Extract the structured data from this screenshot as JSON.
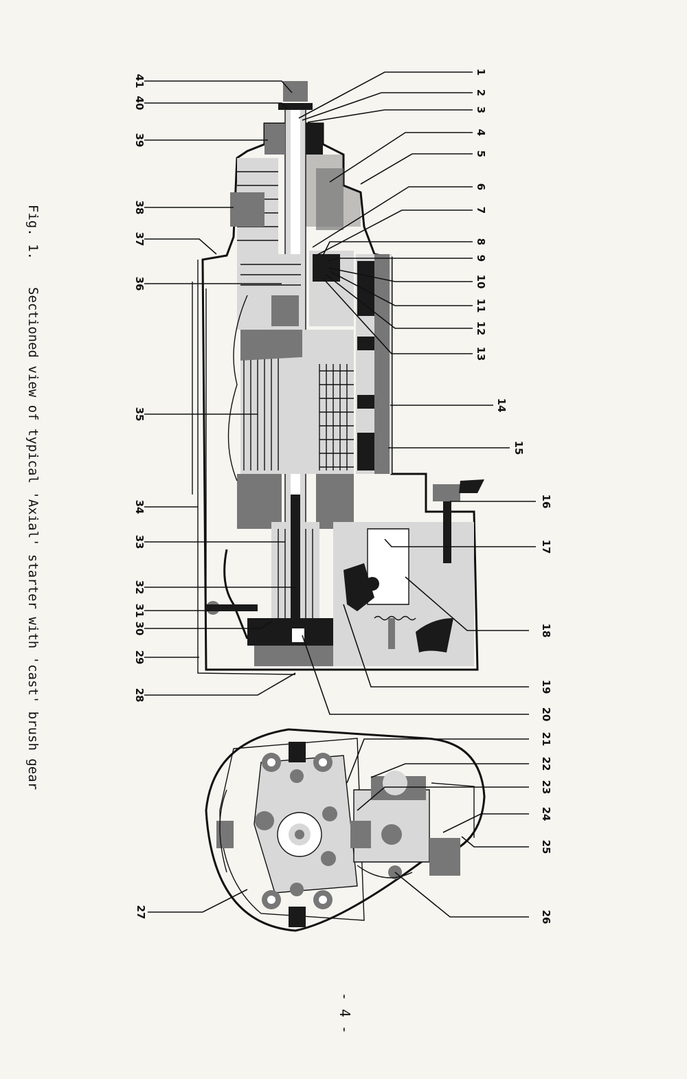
{
  "caption": {
    "figure": "Fig. 1.",
    "text": "Sectioned view of typical 'Axial' starter with 'cast' brush gear"
  },
  "page_number": "- 4 -",
  "callouts_left": [
    "41",
    "40",
    "39",
    "38",
    "37",
    "36",
    "35",
    "34",
    "33",
    "32",
    "31",
    "30",
    "29",
    "28"
  ],
  "callouts_right": [
    "1",
    "2",
    "3",
    "4",
    "5",
    "6",
    "7",
    "8",
    "9",
    "10",
    "11",
    "12",
    "13",
    "14",
    "15",
    "16",
    "17",
    "18",
    "19",
    "20",
    "21",
    "22",
    "23",
    "24",
    "25",
    "26",
    "27"
  ]
}
